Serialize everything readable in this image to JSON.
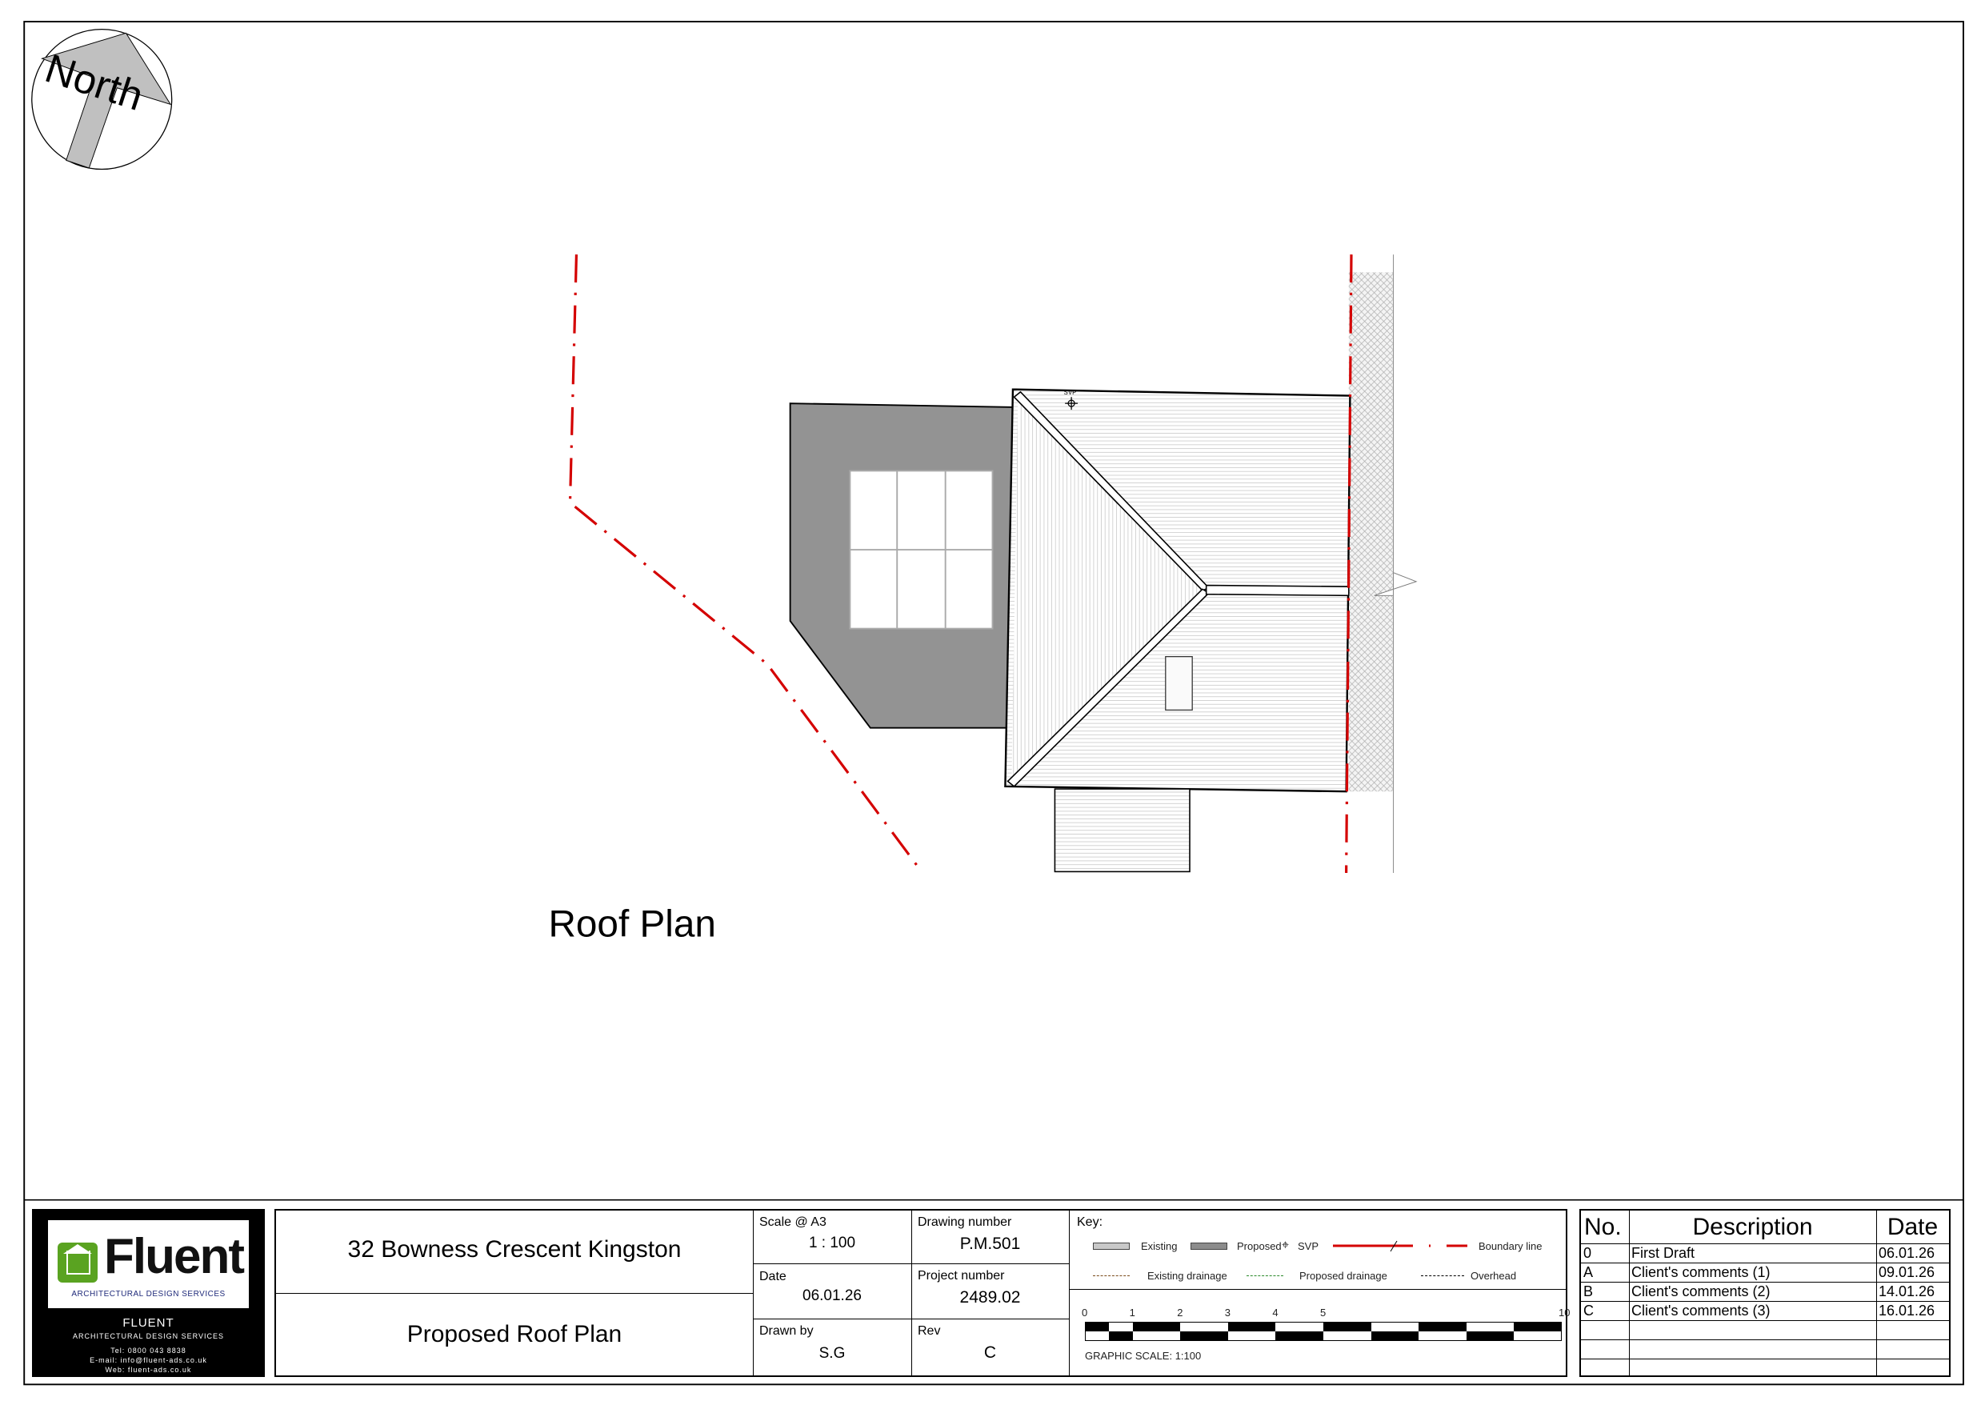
{
  "north_label": "North",
  "drawing": {
    "title": "Roof Plan",
    "svp_label": "SVP"
  },
  "logo": {
    "brand": "Fluent",
    "tagline": "ARCHITECTURAL DESIGN SERVICES",
    "company": "FLUENT",
    "company_sub": "ARCHITECTURAL DESIGN SERVICES",
    "tel": "Tel: 0800 043 8838",
    "email": "E-mail: info@fluent-ads.co.uk",
    "web": "Web: fluent-ads.co.uk"
  },
  "title_block": {
    "project": "32 Bowness Crescent Kingston",
    "drawing_title": "Proposed Roof Plan",
    "scale_label": "Scale @ A3",
    "scale": "1 : 100",
    "date_label": "Date",
    "date": "06.01.26",
    "drawn_by_label": "Drawn by",
    "drawn_by": "S.G",
    "drawing_number_label": "Drawing number",
    "drawing_number": "P.M.501",
    "project_number_label": "Project number",
    "project_number": "2489.02",
    "rev_label": "Rev",
    "rev": "C"
  },
  "key": {
    "title": "Key:",
    "existing": "Existing",
    "proposed": "Proposed",
    "svp": "SVP",
    "boundary": "Boundary line",
    "existing_drainage": "Existing drainage",
    "proposed_drainage": "Proposed drainage",
    "overhead": "Overhead",
    "colors": {
      "existing": "#c8c8c8",
      "proposed": "#8c8c8c",
      "boundary": "#d40000",
      "existing_drainage": "#7a4a1a",
      "proposed_drainage": "#2a8a2a"
    }
  },
  "graphic_scale": {
    "ticks": [
      "0",
      "1",
      "2",
      "3",
      "4",
      "5",
      "10"
    ],
    "label": "GRAPHIC SCALE: 1:100"
  },
  "revisions": {
    "headers": {
      "no": "No.",
      "description": "Description",
      "date": "Date"
    },
    "rows": [
      {
        "no": "0",
        "description": "First Draft",
        "date": "06.01.26"
      },
      {
        "no": "A",
        "description": "Client's comments (1)",
        "date": "09.01.26"
      },
      {
        "no": "B",
        "description": "Client's comments (2)",
        "date": "14.01.26"
      },
      {
        "no": "C",
        "description": "Client's comments (3)",
        "date": "16.01.26"
      }
    ]
  }
}
